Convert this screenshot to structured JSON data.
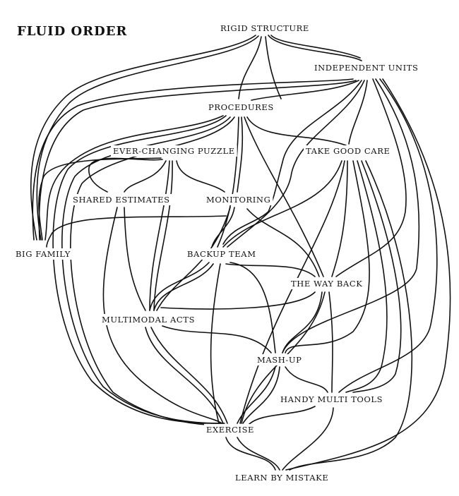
{
  "title": "FLUID ORDER",
  "nodes": [
    {
      "id": "rigid",
      "label": "RIGID STRUCTURE"
    },
    {
      "id": "indep",
      "label": "INDEPENDENT UNITS"
    },
    {
      "id": "proc",
      "label": "PROCEDURES"
    },
    {
      "id": "puzzle",
      "label": "EVER-CHANGING PUZZLE"
    },
    {
      "id": "care",
      "label": "TAKE GOOD CARE"
    },
    {
      "id": "shared",
      "label": "SHARED ESTIMATES"
    },
    {
      "id": "monitor",
      "label": "MONITORING"
    },
    {
      "id": "family",
      "label": "BIG FAMILY"
    },
    {
      "id": "backup",
      "label": "BACKUP TEAM"
    },
    {
      "id": "wayback",
      "label": "THE WAY BACK"
    },
    {
      "id": "multi",
      "label": "MULTIMODAL ACTS"
    },
    {
      "id": "mashup",
      "label": "MASH-UP"
    },
    {
      "id": "tools",
      "label": "HANDY MULTI TOOLS"
    },
    {
      "id": "exercise",
      "label": "EXERCISE"
    },
    {
      "id": "learn",
      "label": "LEARN BY MISTAKE"
    }
  ]
}
